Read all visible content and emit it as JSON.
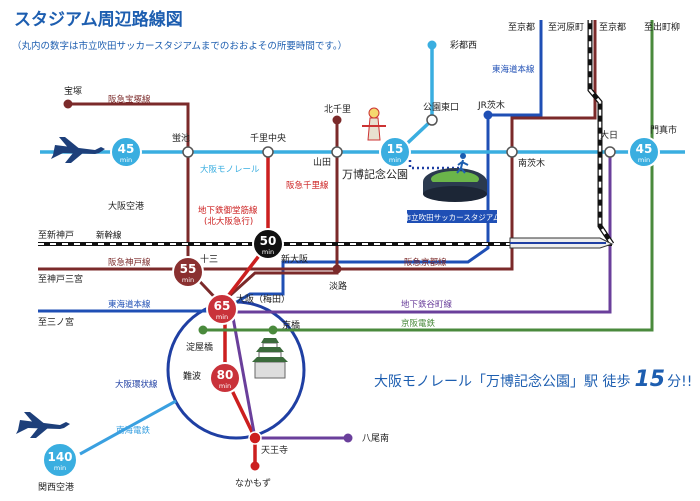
{
  "header": {
    "title": "スタジアム周辺路線図",
    "subtitle": "（丸内の数字は市立吹田サッカースタジアムまでのおおよその所要時間です。）"
  },
  "colors": {
    "monorail": "#3aaee0",
    "hankyu": "#7b2a2a",
    "jr_line": "#1f4fb5",
    "midosuji": "#cc1f1f",
    "tanimachi": "#6a3f9b",
    "keihan": "#4a8a3c",
    "loop": "#1f3fa3",
    "nankai": "#3aa0e0",
    "shinkansen": "#111111",
    "badge_red": "#c9323a",
    "badge_black": "#111111",
    "badge_blue": "#3aaee0",
    "badge_hankyu": "#8a3030"
  },
  "badges": [
    {
      "id": "badge-senri-monorail-west",
      "num": "45",
      "unit": "min"
    },
    {
      "id": "badge-kadoma",
      "num": "45",
      "unit": "min"
    },
    {
      "id": "badge-banpaku",
      "num": "15",
      "unit": "min"
    },
    {
      "id": "badge-shin-osaka",
      "num": "50",
      "unit": "min"
    },
    {
      "id": "badge-juso",
      "num": "55",
      "unit": "min"
    },
    {
      "id": "badge-umeda",
      "num": "65",
      "unit": "min"
    },
    {
      "id": "badge-namba",
      "num": "80",
      "unit": "min"
    },
    {
      "id": "badge-kix",
      "num": "140",
      "unit": "min"
    }
  ],
  "stations": {
    "takarazuka": "宝塚",
    "hotarugaike": "蛍池",
    "senri_chuo": "千里中央",
    "kita_senri": "北千里",
    "yamada": "山田",
    "banpaku": "万博記念公園",
    "koen_higashiguchi": "公園東口",
    "saito_nishi": "彩都西",
    "jr_ibaraki": "JR茨木",
    "minami_ibaraki": "南茨木",
    "dainichi": "大日",
    "kadoma": "門真市",
    "itami_airport": "大阪空港",
    "juso": "十三",
    "shin_osaka": "新大阪",
    "awaji": "淡路",
    "umeda": "大阪（梅田）",
    "kyobashi": "京橋",
    "yodoyabashi": "淀屋橋",
    "namba": "難波",
    "tennoji": "天王寺",
    "yao_minami": "八尾南",
    "nakamozu": "なかもず",
    "kix": "関西空港",
    "stadium": "市立吹田サッカースタジアム"
  },
  "directions": {
    "to_kyoto_1": "至京都",
    "to_kawaramachi": "至河原町",
    "to_kyoto_2": "至京都",
    "to_demachiyanagi": "至出町柳",
    "to_shin_kobe": "至新神戸",
    "to_kobe_sannomiya": "至神戸三宮",
    "to_sannomiya": "至三ノ宮"
  },
  "lines": {
    "hankyu_takarazuka": "阪急宝塚線",
    "osaka_monorail": "大阪モノレール",
    "hankyu_senri": "阪急千里線",
    "subway_midosuji": "地下鉄御堂筋線\n(北大阪急行)",
    "shinkansen": "新幹線",
    "hankyu_kobe": "阪急神戸線",
    "hankyu_kyoto": "阪急京都線",
    "tokaido_left": "東海道本線",
    "tokaido_right": "東海道本線",
    "tanimachi": "地下鉄谷町線",
    "keihan": "京阪電鉄",
    "loop": "大阪環状線",
    "nankai": "南海電鉄"
  },
  "walk": {
    "prefix": "大阪モノレール「万博記念公園」駅 徒歩",
    "minutes": "15",
    "suffix": "分!!"
  }
}
